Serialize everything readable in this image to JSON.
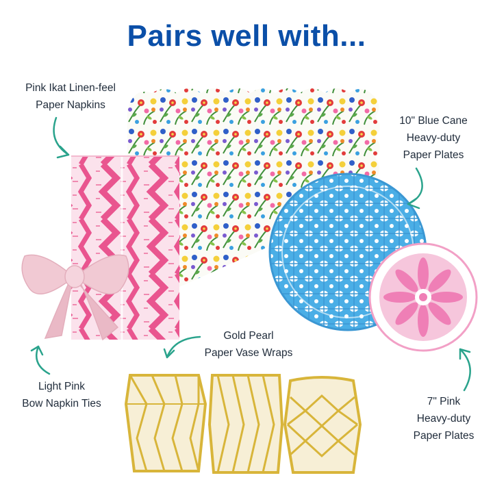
{
  "title": "Pairs well with...",
  "colors": {
    "title": "#0b4fa8",
    "arrow": "#2aa38c",
    "ikat_pink": "#e9558f",
    "cane_blue": "#4aaee6",
    "plate_pink": "#ef7fb6",
    "bow_pink": "#f1c9d3",
    "gold": "#d8b53a",
    "cream": "#f7efd6"
  },
  "products": [
    {
      "name": "napkins",
      "line1": "Pink Ikat Linen-feel",
      "line2": "Paper Napkins",
      "line3": ""
    },
    {
      "name": "blue-plates",
      "line1": "10\" Blue Cane",
      "line2": "Heavy-duty",
      "line3": "Paper Plates"
    },
    {
      "name": "bow-ties",
      "line1": "Light Pink",
      "line2": "Bow Napkin Ties",
      "line3": ""
    },
    {
      "name": "vase-wraps",
      "line1": "Gold Pearl",
      "line2": "Paper Vase Wraps",
      "line3": ""
    },
    {
      "name": "pink-plates",
      "line1": "7\" Pink",
      "line2": "Heavy-duty",
      "line3": "Paper Plates"
    }
  ],
  "icons": [
    "curved-arrow-icon"
  ]
}
